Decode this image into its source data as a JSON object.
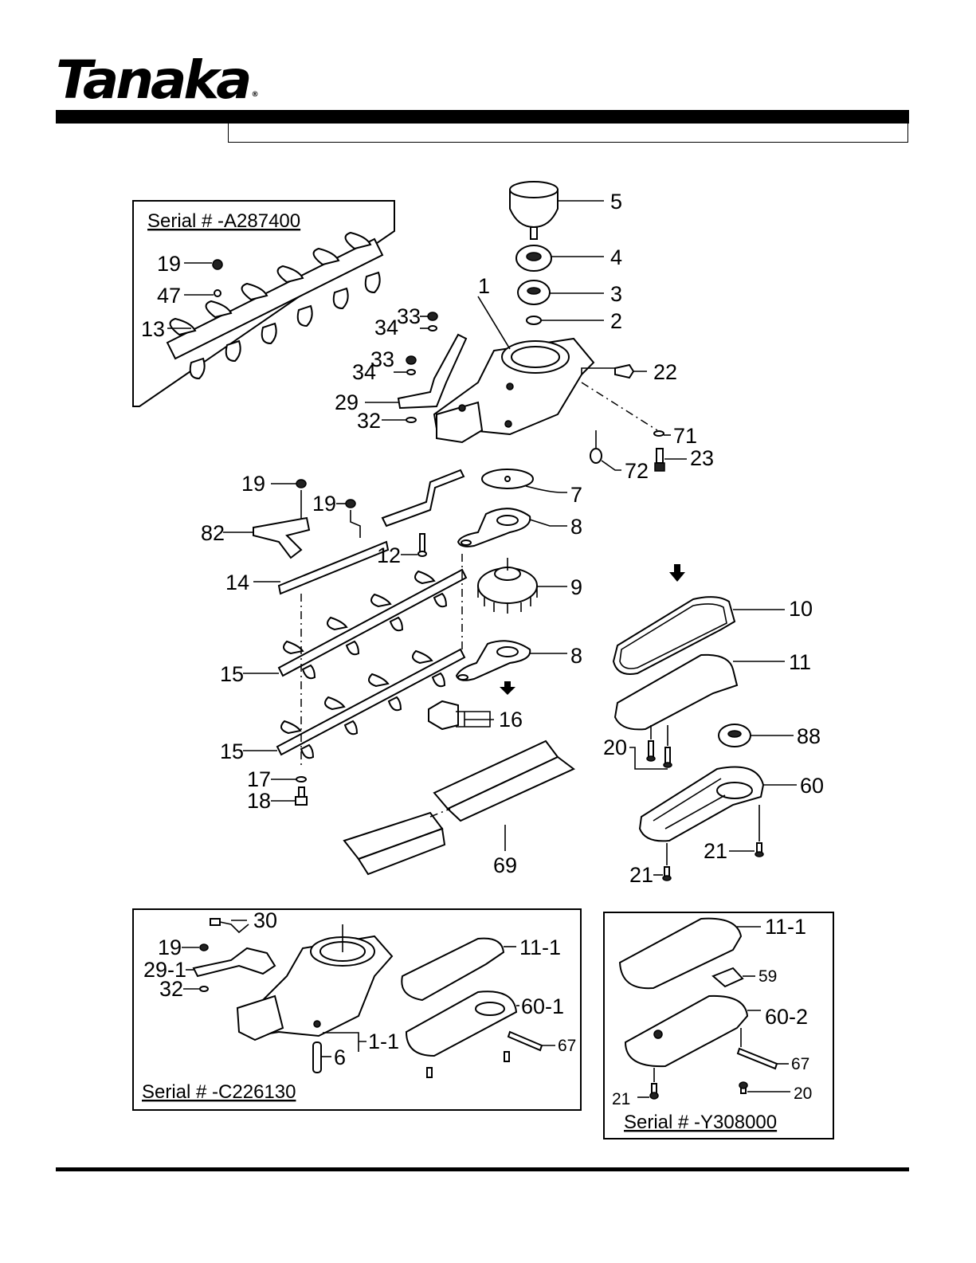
{
  "brand": {
    "name": "Tanaka",
    "registered": "®"
  },
  "header": {
    "title": ""
  },
  "insets": {
    "a": {
      "serial": "Serial # -A287400",
      "labels": [
        "19",
        "47",
        "13"
      ]
    },
    "c": {
      "serial": "Serial # -C226130",
      "labels": [
        "30",
        "19",
        "29-1",
        "32",
        "11-1",
        "60-1",
        "67",
        "6",
        "1-1"
      ]
    },
    "y": {
      "serial": "Serial # -Y308000",
      "labels": [
        "11-1",
        "59",
        "60-2",
        "67",
        "21",
        "20"
      ]
    }
  },
  "main": {
    "labels": [
      "5",
      "4",
      "3",
      "2",
      "1",
      "22",
      "71",
      "23",
      "72",
      "33",
      "34",
      "33",
      "34",
      "29",
      "32",
      "7",
      "8",
      "9",
      "8",
      "10",
      "11",
      "19",
      "19",
      "82",
      "14",
      "12",
      "15",
      "15",
      "16",
      "17",
      "18",
      "88",
      "20",
      "60",
      "21",
      "21",
      "69"
    ]
  },
  "colors": {
    "ink": "#000000",
    "paper": "#ffffff"
  }
}
